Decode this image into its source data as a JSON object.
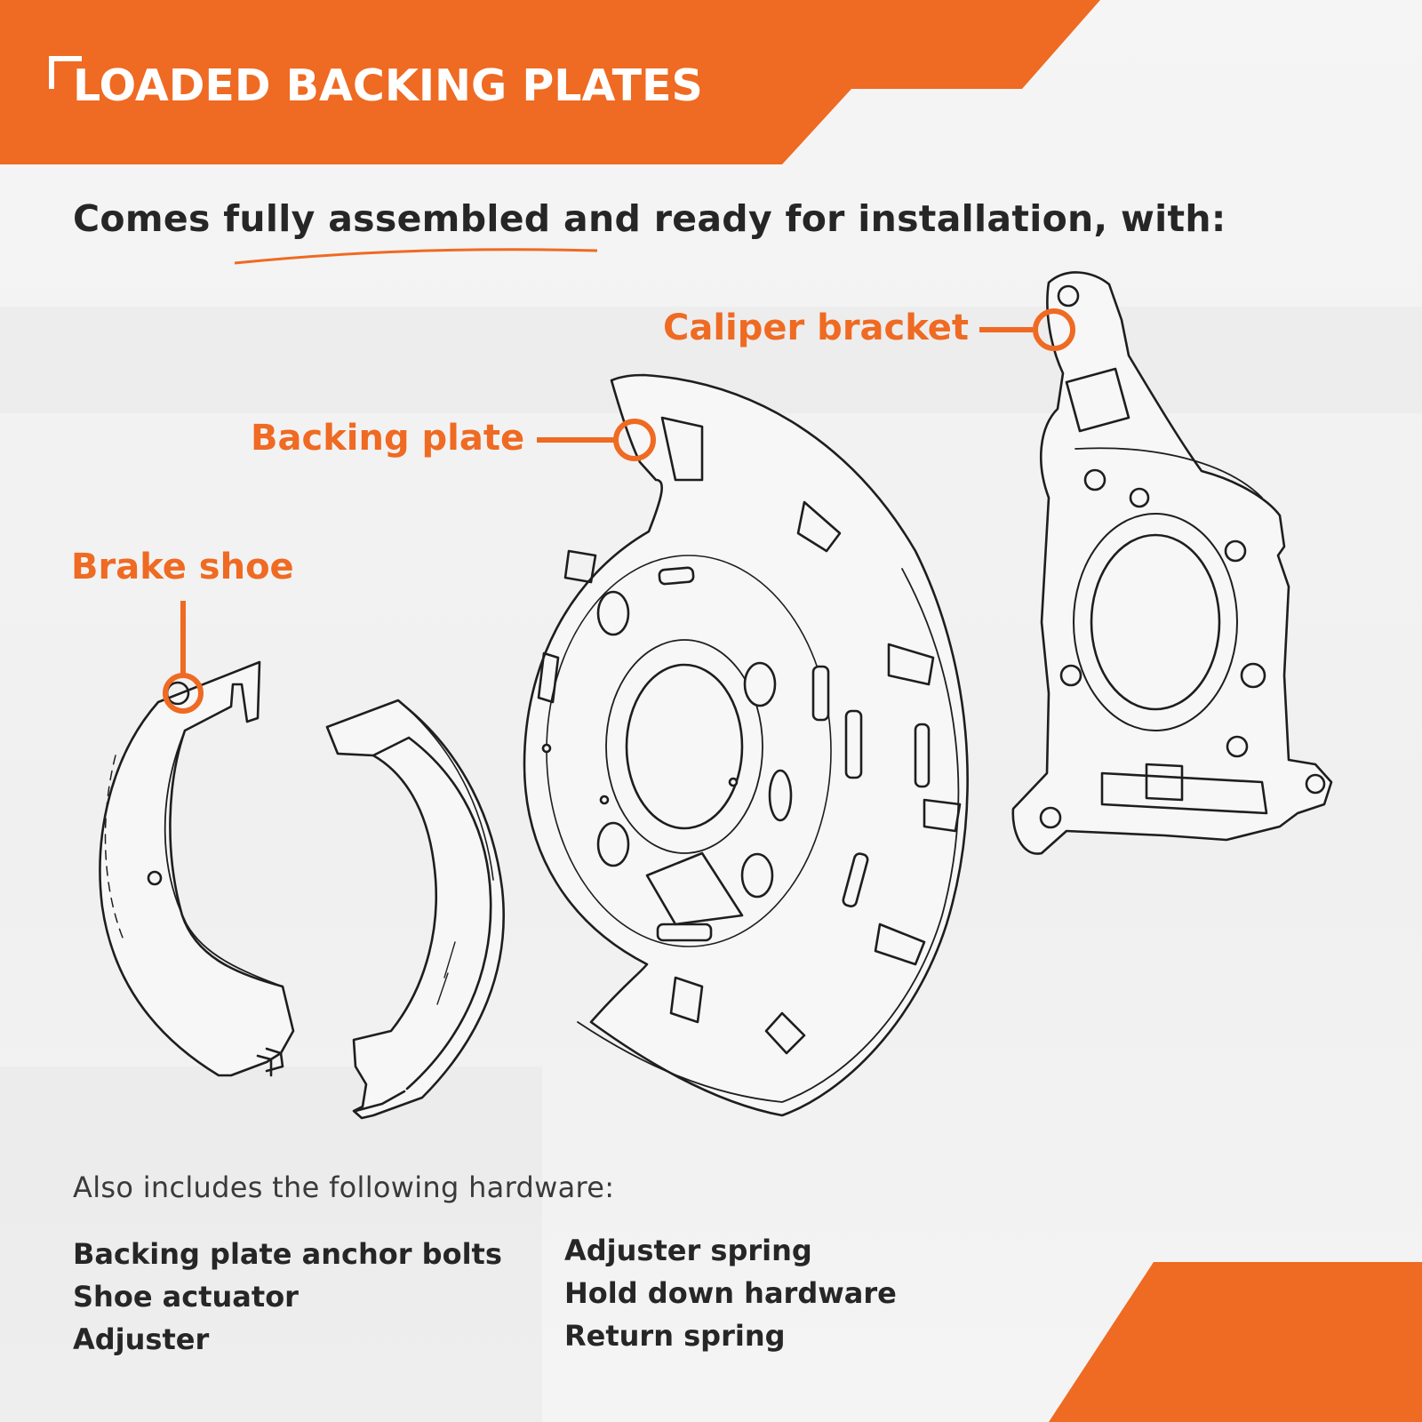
{
  "brand": {
    "accent_color": "#ef6a22",
    "text_color": "#262626",
    "background": "#f3f3f3"
  },
  "header": {
    "title": "LOADED BACKING PLATES",
    "corner_icon": "bracket-corner-icon"
  },
  "subtitle": "Comes fully assembled and ready for installation, with:",
  "callouts": {
    "caliper_bracket": "Caliper bracket",
    "backing_plate": "Backing plate",
    "brake_shoe": "Brake shoe"
  },
  "hardware": {
    "heading": "Also includes the following hardware:",
    "left_items": [
      "Backing plate anchor bolts",
      "Shoe actuator",
      "Adjuster"
    ],
    "right_items": [
      "Adjuster spring",
      "Hold down hardware",
      "Return spring"
    ]
  }
}
